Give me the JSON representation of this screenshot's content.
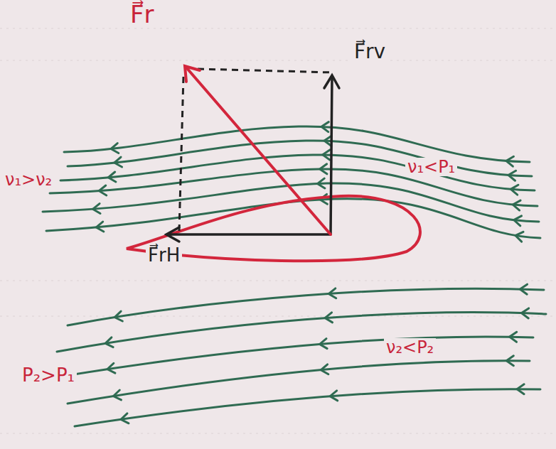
{
  "diagram": {
    "labels": [
      "F⃗r",
      "F⃗rv",
      "F⃗rH",
      "ν₁>ν₂",
      "ν₁<P₁",
      "ν₂<P₂",
      "P₂>P₁"
    ]
  }
}
